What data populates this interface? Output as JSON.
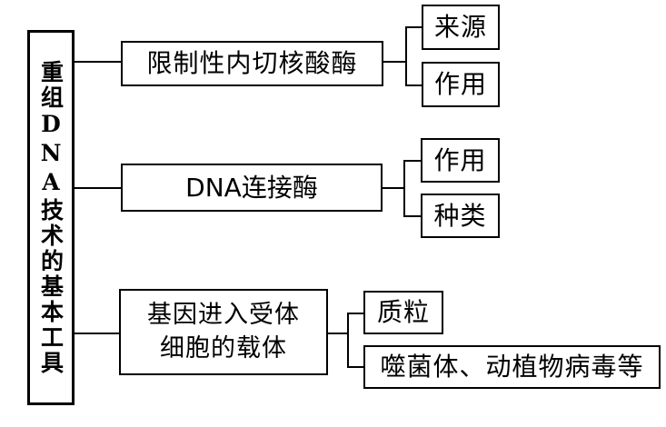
{
  "diagram": {
    "type": "tree-hierarchy",
    "orientation": "left-to-right",
    "title_text": "重组DNA技术的基本工具",
    "root": {
      "label": "重组DNA技术的基本工具",
      "text_direction": "vertical"
    },
    "branches": [
      {
        "label": "限制性内切核酸酶",
        "children": [
          {
            "label": "来源"
          },
          {
            "label": "作用"
          }
        ]
      },
      {
        "label": "DNA连接酶",
        "children": [
          {
            "label": "作用"
          },
          {
            "label": "种类"
          }
        ]
      },
      {
        "label": "基因进入受体\n细胞的载体",
        "children": [
          {
            "label": "质粒"
          },
          {
            "label": "噬菌体、动植物病毒等"
          }
        ]
      }
    ]
  },
  "style": {
    "line_color": "#000000",
    "box_fill": "#ffffff",
    "background": "#ffffff"
  }
}
